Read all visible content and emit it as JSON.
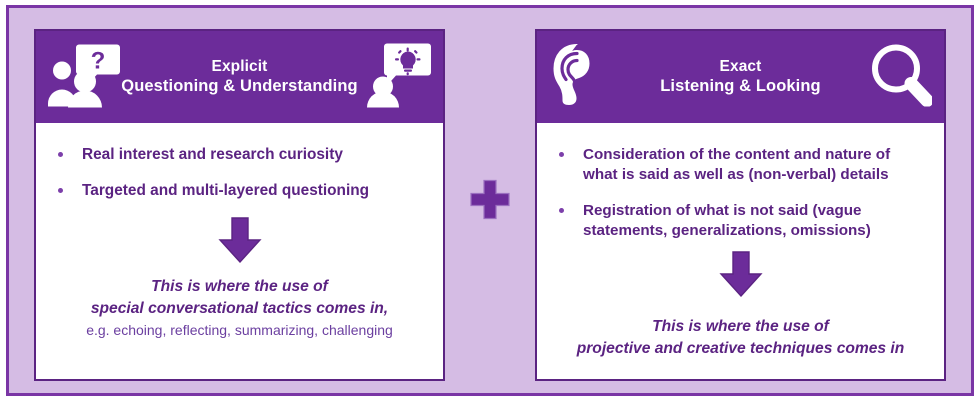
{
  "diagram": {
    "title_hidden": "",
    "connector": {
      "symbol": "+",
      "name": "plus-connector"
    },
    "colors": {
      "header_purple": "#6c2c9a",
      "frame_purple": "#7a35a5",
      "panel_border": "#5b2382",
      "background_lavender": "#d5bce4",
      "text_purple": "#5b2382",
      "note_purple": "#6b3fa0",
      "white": "#ffffff"
    },
    "panels": [
      {
        "id": "explicit",
        "header": {
          "title_line_1": "Explicit",
          "title_line_2": "Questioning & Understanding",
          "icon_left": "people-question-bubble-icon",
          "icon_right": "person-lightbulb-bubble-icon"
        },
        "bullets": [
          "Real interest and research curiosity",
          "Targeted and multi-layered questioning"
        ],
        "arrow": "down-arrow-icon",
        "footnote": {
          "line_1": "This is where the use of",
          "line_2": "special conversational tactics comes in,",
          "note": "e.g. echoing, reflecting, summarizing, challenging"
        }
      },
      {
        "id": "exact",
        "header": {
          "title_line_1": "Exact",
          "title_line_2": "Listening & Looking",
          "icon_left": "ear-icon",
          "icon_right": "magnifying-glass-icon"
        },
        "bullets": [
          "Consideration of the content and nature of what is said as well as (non-verbal) details",
          "Registration of what is not said (vague statements, generalizations, omissions)"
        ],
        "arrow": "down-arrow-icon",
        "footnote": {
          "line_1": "This is where the use of",
          "line_2": "projective and creative techniques comes in",
          "note": ""
        }
      }
    ]
  }
}
